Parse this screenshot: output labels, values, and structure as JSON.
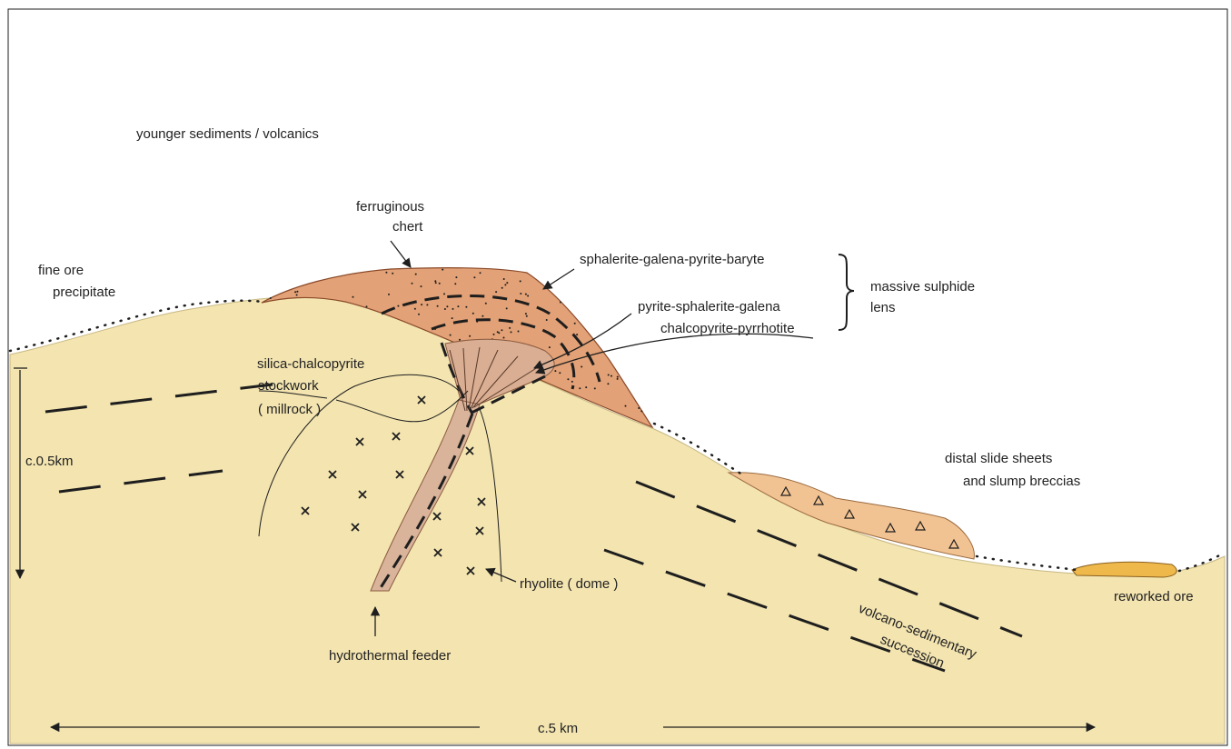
{
  "colors": {
    "ground": "#f3e4b0",
    "ground_edge": "#c8b884",
    "massive_sulphide": "#e2a176",
    "pyrite_zone": "#d9ae92",
    "feeder": "#d9b39a",
    "slide_sheets": "#f2c392",
    "reworked_ore": "#eeb84a",
    "ink": "#1e1e1e"
  },
  "labels": {
    "younger": "younger sediments / volcanics",
    "chert_1": "ferruginous",
    "chert_2": "chert",
    "fine_ore_1": "fine ore",
    "fine_ore_2": "precipitate",
    "sph_gal_pyr_bar": "sphalerite-galena-pyrite-baryte",
    "pyr_sph_gal": "pyrite-sphalerite-galena",
    "chalco_pyrrh": "chalcopyrite-pyrrhotite",
    "massive_1": "massive sulphide",
    "massive_2": "lens",
    "silica_1": "silica-chalcopyrite",
    "silica_2": "stockwork",
    "silica_3": "( millrock )",
    "depth": "c.0.5km",
    "distal_1": "distal slide sheets",
    "distal_2": "and slump breccias",
    "rhyolite": "rhyolite ( dome )",
    "feeder": "hydrothermal feeder",
    "reworked": "reworked ore",
    "volcano_1": "volcano-sedimentary",
    "volcano_2": "succession",
    "scale": "c.5 km"
  },
  "icons": {
    "breccia_clast": "triangle-outline",
    "rhyolite_marker": "x-cross"
  }
}
